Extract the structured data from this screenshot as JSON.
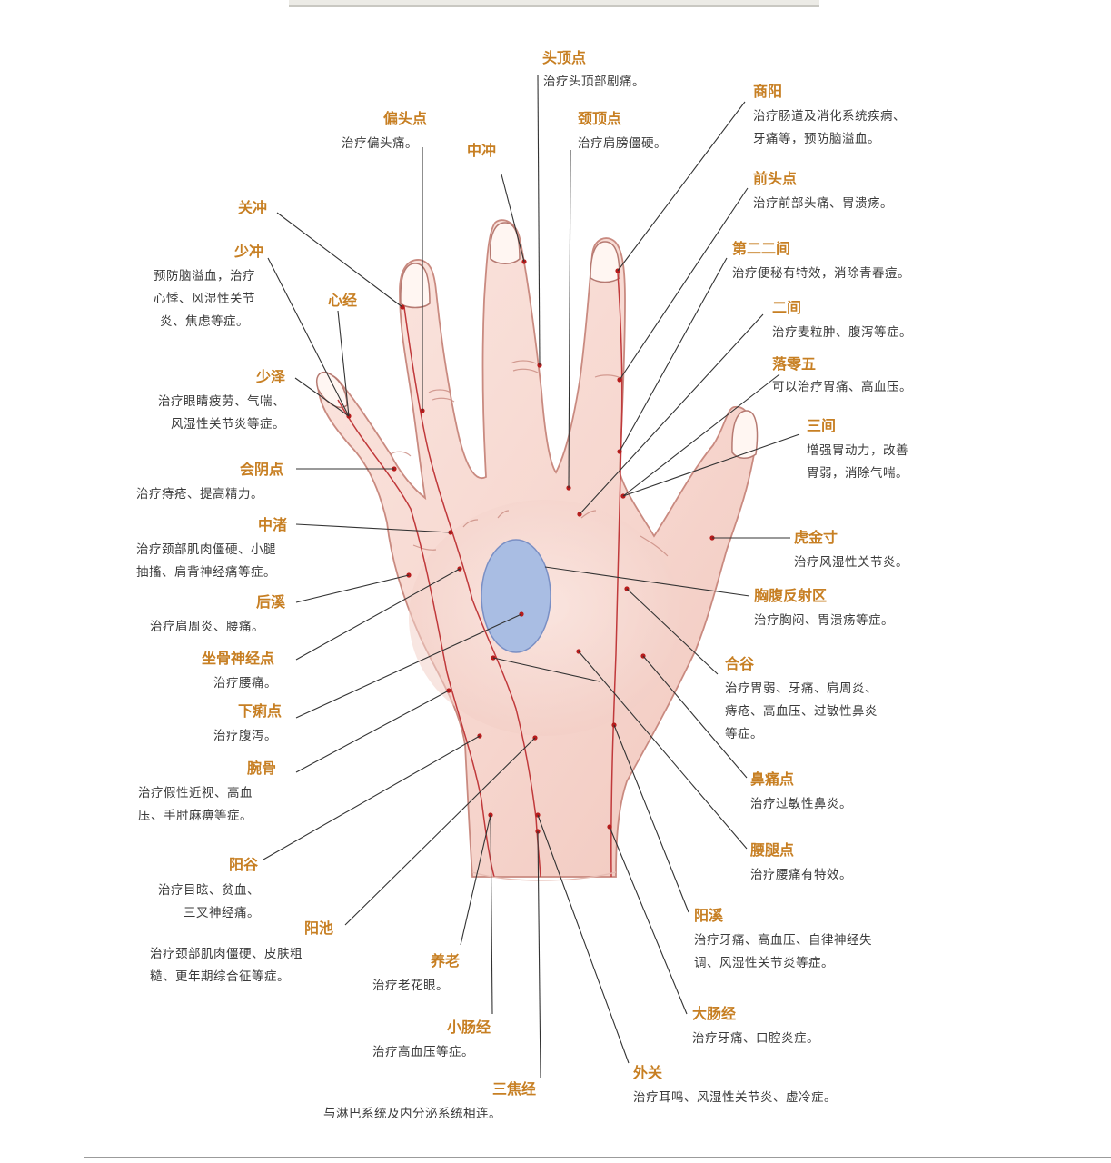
{
  "points": {
    "toudingdian": {
      "name": "头顶点",
      "desc": "治疗头顶部剧痛。"
    },
    "piantoudian": {
      "name": "偏头点",
      "desc": "治疗偏头痛。"
    },
    "jingdingdian": {
      "name": "颈顶点",
      "desc": "治疗肩膀僵硬。"
    },
    "zhongchong": {
      "name": "中冲",
      "desc": ""
    },
    "shangyang": {
      "name": "商阳",
      "desc": "治疗肠道及消化系统疾病、\n牙痛等，预防脑溢血。"
    },
    "qiantoudian": {
      "name": "前头点",
      "desc": "治疗前部头痛、胃溃疡。"
    },
    "guanchong": {
      "name": "关冲",
      "desc": ""
    },
    "shaochong": {
      "name": "少冲",
      "desc": "预防脑溢血，治疗\n心悸、风湿性关节\n炎、焦虑等症。"
    },
    "xinjing": {
      "name": "心经",
      "desc": ""
    },
    "dierejian": {
      "name": "第二二间",
      "desc": "治疗便秘有特效，消除青春痘。"
    },
    "erjian": {
      "name": "二间",
      "desc": "治疗麦粒肿、腹泻等症。"
    },
    "luolingwu": {
      "name": "落零五",
      "desc": "可以治疗胃痛、高血压。"
    },
    "shaoze": {
      "name": "少泽",
      "desc": "治疗眼睛疲劳、气喘、\n风湿性关节炎等症。"
    },
    "sanjian": {
      "name": "三间",
      "desc": "增强胃动力，改善\n胃弱，消除气喘。"
    },
    "huiyindian": {
      "name": "会阴点",
      "desc": "治疗痔疮、提高精力。"
    },
    "zhongzhu": {
      "name": "中渚",
      "desc": "治疗颈部肌肉僵硬、小腿\n抽搐、肩背神经痛等症。"
    },
    "hujincun": {
      "name": "虎金寸",
      "desc": "治疗风湿性关节炎。"
    },
    "houxi": {
      "name": "后溪",
      "desc": "治疗肩周炎、腰痛。"
    },
    "xiongfu": {
      "name": "胸腹反射区",
      "desc": "治疗胸闷、胃溃疡等症。"
    },
    "zuogu": {
      "name": "坐骨神经点",
      "desc": "治疗腰痛。"
    },
    "hegu": {
      "name": "合谷",
      "desc": "治疗胃弱、牙痛、肩周炎、\n痔疮、高血压、过敏性鼻炎\n等症。"
    },
    "xialidian": {
      "name": "下痢点",
      "desc": "治疗腹泻。"
    },
    "wangu": {
      "name": "腕骨",
      "desc": "治疗假性近视、高血\n压、手肘麻痹等症。"
    },
    "bitongdian": {
      "name": "鼻痛点",
      "desc": "治疗过敏性鼻炎。"
    },
    "yaotuidian": {
      "name": "腰腿点",
      "desc": "治疗腰痛有特效。"
    },
    "yanggu": {
      "name": "阳谷",
      "desc": "治疗目眩、贫血、\n三叉神经痛。"
    },
    "yangxi": {
      "name": "阳溪",
      "desc": "治疗牙痛、高血压、自律神经失\n调、风湿性关节炎等症。"
    },
    "yangchi": {
      "name": "阳池",
      "desc": "治疗颈部肌肉僵硬、皮肤粗\n糙、更年期综合征等症。"
    },
    "yanglao": {
      "name": "养老",
      "desc": "治疗老花眼。"
    },
    "dachangjing": {
      "name": "大肠经",
      "desc": "治疗牙痛、口腔炎症。"
    },
    "xiaochangjing": {
      "name": "小肠经",
      "desc": "治疗高血压等症。"
    },
    "waiguan": {
      "name": "外关",
      "desc": "治疗耳鸣、风湿性关节炎、虚冷症。"
    },
    "sanjiaojing": {
      "name": "三焦经",
      "desc": "与淋巴系统及内分泌系统相连。"
    }
  },
  "colors": {
    "label": "#c77f23",
    "text": "#3a3a3a",
    "skin": "#f8ddd6",
    "skin_outline": "#c4847a",
    "meridian": "#c0393b",
    "reflex_zone": "#a9bde3"
  }
}
